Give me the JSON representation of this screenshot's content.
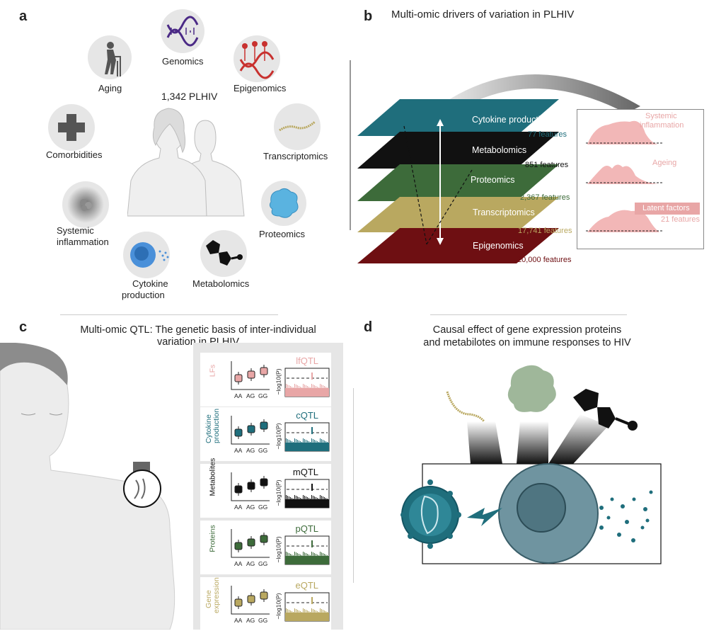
{
  "panel_a": {
    "letter": "a",
    "center_label": "1,342 PLHIV",
    "nodes": {
      "genomics": "Genomics",
      "epigenomics": "Epigenomics",
      "aging": "Aging",
      "transcriptomics": "Transcriptomics",
      "comorbidities": "Comorbidities",
      "proteomics": "Proteomics",
      "systemic_line1": "Systemic",
      "systemic_line2": "inflammation",
      "cytokine_line1": "Cytokine",
      "cytokine_line2": "production",
      "metabolomics": "Metabolomics"
    }
  },
  "panel_b": {
    "letter": "b",
    "title": "Multi-omic drivers of variation in PLHIV",
    "layers": [
      {
        "label": "Cytokine production",
        "features": "77 features",
        "color": "#1f6e7c",
        "feature_color": "#1f6e7c"
      },
      {
        "label": "Metabolomics",
        "features": "851 features",
        "color": "#111111",
        "feature_color": "#111111"
      },
      {
        "label": "Proteomics",
        "features": "2,367 features",
        "color": "#3d6b3a",
        "feature_color": "#3d6b3a"
      },
      {
        "label": "Transcriptomics",
        "features": "17,741 features",
        "color": "#b9a860",
        "feature_color": "#b9a860"
      },
      {
        "label": "Epigenomics",
        "features": "20,000 features",
        "color": "#6e0f12",
        "feature_color": "#6e0f12"
      }
    ],
    "distributions": {
      "systemic_line1": "Systemic",
      "systemic_line2": "inflammation",
      "ageing": "Ageing",
      "latent_factors": "Latent factors",
      "latent_features": "21 features"
    }
  },
  "panel_c": {
    "letter": "c",
    "title_line1": "Multi-omic QTL: The genetic basis of inter-individual",
    "title_line2": "variation in PLHIV",
    "genotypes": [
      "AA",
      "AG",
      "GG"
    ],
    "ylabel": "−log10(P)",
    "qtls": [
      {
        "name": "lfQTL",
        "side": "LFs",
        "color": "#e8a6a6"
      },
      {
        "name": "cQTL",
        "side": "Cytokine production",
        "color": "#1f6e7c"
      },
      {
        "name": "mQTL",
        "side": "Metabolites",
        "color": "#111111"
      },
      {
        "name": "pQTL",
        "side": "Proteins",
        "color": "#3d6b3a"
      },
      {
        "name": "eQTL",
        "side": "Gene expression",
        "color": "#b9a860"
      }
    ]
  },
  "panel_d": {
    "letter": "d",
    "title_line1": "Causal effect of gene expression proteins",
    "title_line2": "and metabilotes on immune responses to HIV"
  }
}
